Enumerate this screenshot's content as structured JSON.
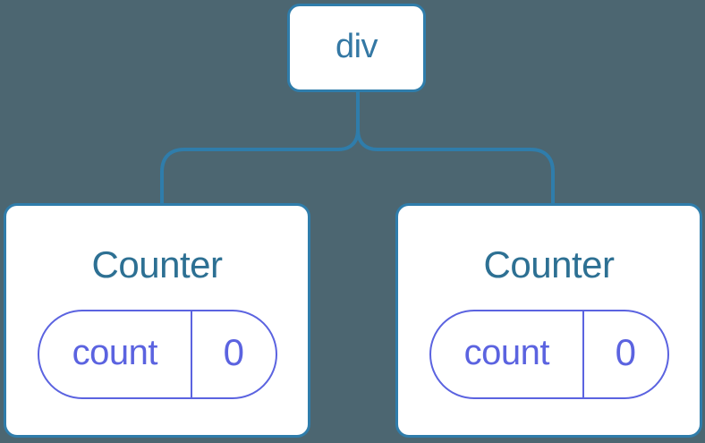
{
  "colors": {
    "bg": "#4c6671",
    "line": "#2f7dab",
    "card-bg": "#ffffff",
    "node-text": "#3478a4",
    "component-text": "#2d7093",
    "state": "#5b63e0"
  },
  "tree": {
    "root": {
      "label": "div"
    },
    "children": [
      {
        "title": "Counter",
        "state": {
          "key": "count",
          "value": "0"
        }
      },
      {
        "title": "Counter",
        "state": {
          "key": "count",
          "value": "0"
        }
      }
    ]
  }
}
